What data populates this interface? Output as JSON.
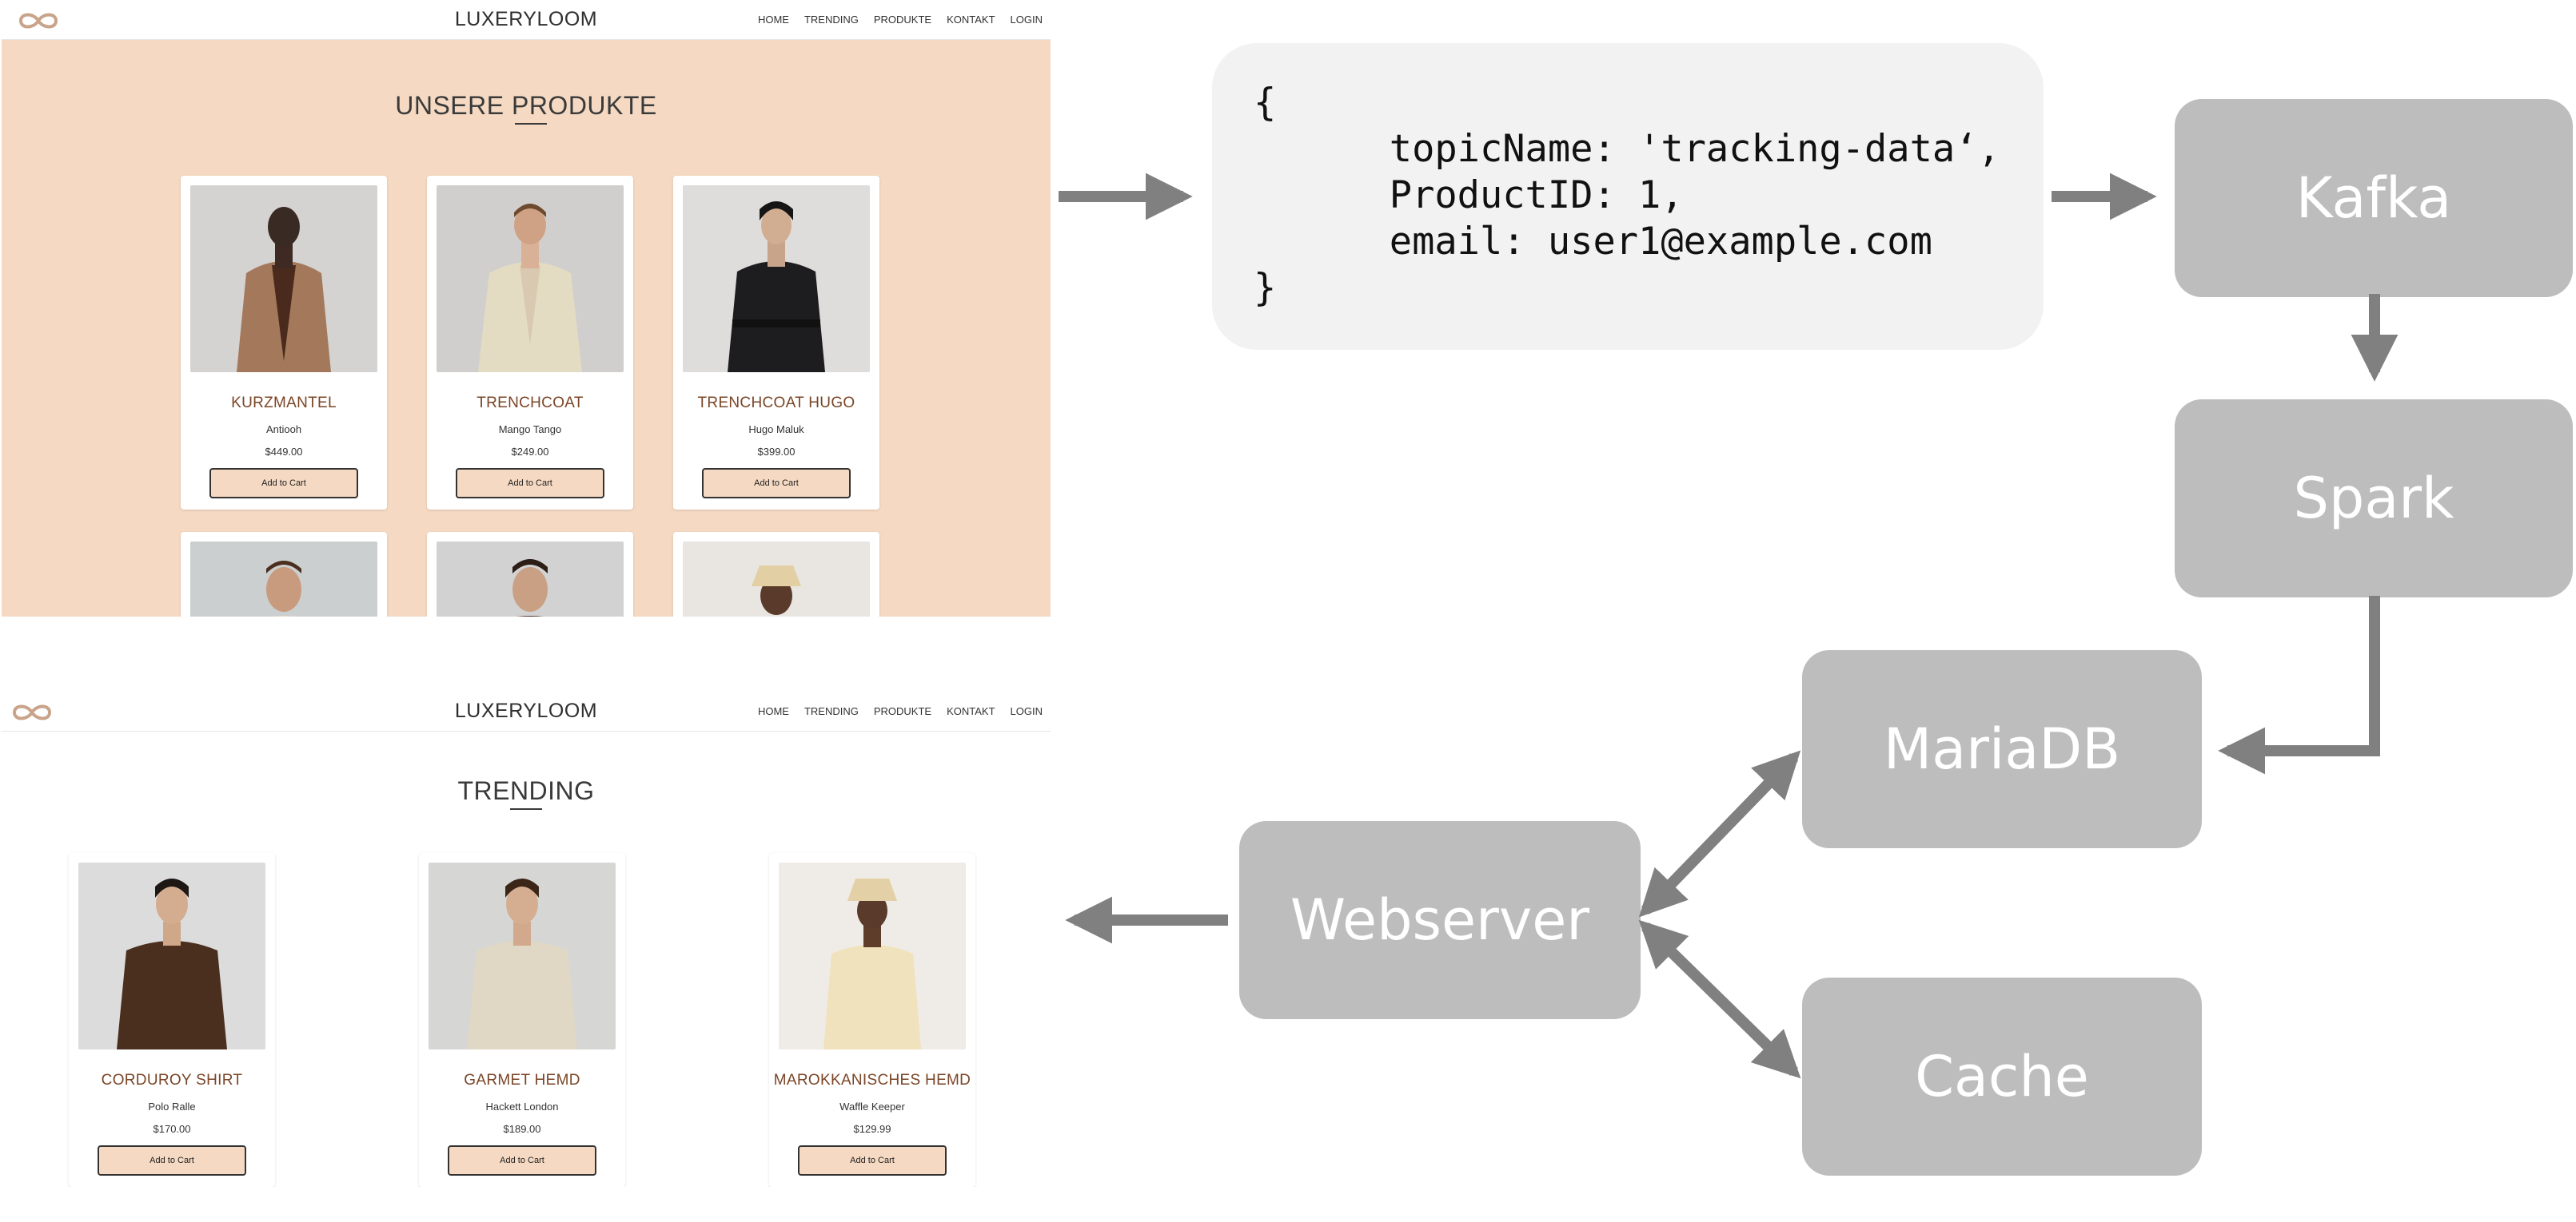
{
  "site": {
    "brand": "LUXERYLOOM",
    "nav": [
      "HOME",
      "TRENDING",
      "PRODUKTE",
      "KONTAKT",
      "LOGIN"
    ],
    "cart_label": "Add to Cart"
  },
  "products_page": {
    "title": "UNSERE PRODUKTE",
    "cards": [
      {
        "name": "KURZMANTEL",
        "brand": "Antiooh",
        "price": "$449.00"
      },
      {
        "name": "TRENCHCOAT",
        "brand": "Mango Tango",
        "price": "$249.00"
      },
      {
        "name": "TRENCHCOAT HUGO",
        "brand": "Hugo Maluk",
        "price": "$399.00"
      }
    ]
  },
  "trending_page": {
    "title": "TRENDING",
    "cards": [
      {
        "name": "CORDUROY SHIRT",
        "brand": "Polo Ralle",
        "price": "$170.00"
      },
      {
        "name": "GARMET HEMD",
        "brand": "Hackett London",
        "price": "$189.00"
      },
      {
        "name": "MAROKKANISCHES HEMD",
        "brand": "Waffle Keeper",
        "price": "$129.99"
      }
    ]
  },
  "message": {
    "lines": [
      "{",
      "      topicName: 'tracking-data‘,",
      "      ProductID: 1,",
      "      email: user1@example.com",
      "}"
    ]
  },
  "nodes": {
    "kafka": "Kafka",
    "spark": "Spark",
    "mariadb": "MariaDB",
    "webserver": "Webserver",
    "cache": "Cache"
  },
  "colors": {
    "peach": "#f5d9c2",
    "product_name": "#7a4526",
    "node_fill": "#bdbdbd",
    "arrow": "#808080",
    "json_box": "#f2f2f2"
  }
}
